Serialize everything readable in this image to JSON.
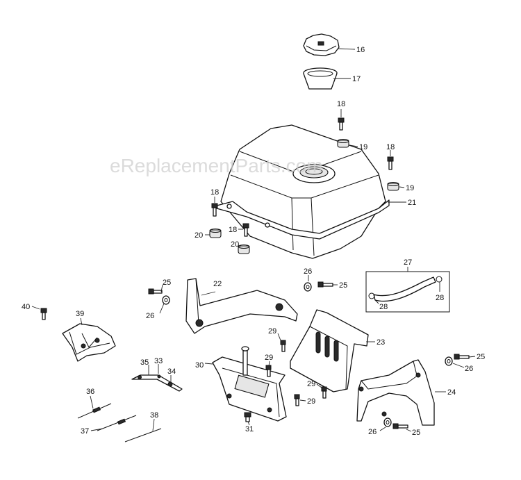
{
  "watermark": "eReplacementParts.com",
  "callouts": {
    "c16": "16",
    "c17": "17",
    "c18a": "18",
    "c18b": "18",
    "c18c": "18",
    "c18d": "18",
    "c19a": "19",
    "c19b": "19",
    "c20a": "20",
    "c20b": "20",
    "c21": "21",
    "c22": "22",
    "c23": "23",
    "c24": "24",
    "c25a": "25",
    "c25b": "25",
    "c25c": "25",
    "c25d": "25",
    "c26a": "26",
    "c26b": "26",
    "c26c": "26",
    "c26d": "26",
    "c27": "27",
    "c28a": "28",
    "c28b": "28",
    "c29a": "29",
    "c29b": "29",
    "c29c": "29",
    "c29d": "29",
    "c30": "30",
    "c31": "31",
    "c33": "33",
    "c34": "34",
    "c35": "35",
    "c36": "36",
    "c37": "37",
    "c38": "38",
    "c39": "39",
    "c40": "40"
  }
}
